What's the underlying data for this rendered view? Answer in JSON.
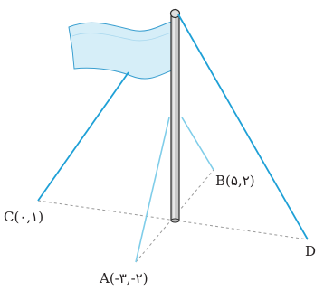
{
  "colors": {
    "rope": "#1ea0d6",
    "rope_light": "#7fcde9",
    "flag_fill": "#d6eef8",
    "flag_stroke": "#3a9fd0",
    "pole_fill": "#c9c9c9",
    "pole_stroke": "#2b2b2b",
    "ground_line": "#9a9a9a",
    "text": "#231f20"
  },
  "labels": {
    "A": "A(-۳,-۲)",
    "B": "B(۵,۲)",
    "C": "C(۰,۱)",
    "D": "D"
  }
}
